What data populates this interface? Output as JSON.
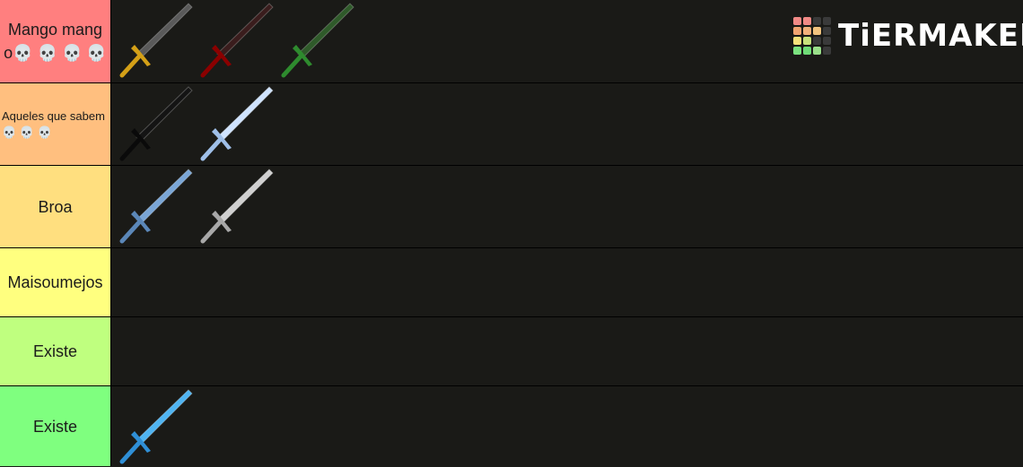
{
  "brand": {
    "name": "TiERMAKER",
    "grid_colors": [
      "#f28a86",
      "#f28a86",
      "#3a3a3a",
      "#3a3a3a",
      "#f2a471",
      "#f2b07a",
      "#f2c37e",
      "#3a3a3a",
      "#f5e27b",
      "#c8e27b",
      "#3a3a3a",
      "#3a3a3a",
      "#7be27f",
      "#6fdc77",
      "#9ae08a",
      "#3a3a3a"
    ]
  },
  "tiers": [
    {
      "label": "Mango mango💀 💀 💀 💀",
      "color": "#ff7f7f",
      "items": [
        {
          "icon": "dark-steel-sword-icon",
          "blade": "#5a5a5a",
          "guard": "#d4a017"
        },
        {
          "icon": "dark-red-sword-icon",
          "blade": "#3a1d1d",
          "guard": "#8b0000"
        },
        {
          "icon": "green-sword-icon",
          "blade": "#2f5a2a",
          "guard": "#2e8b2e"
        }
      ]
    },
    {
      "label": "Aqueles que sabem💀 💀 💀",
      "color": "#ffbf7f",
      "items": [
        {
          "icon": "black-sword-icon",
          "blade": "#141414",
          "guard": "#0a0a0a"
        },
        {
          "icon": "ice-sword-icon",
          "blade": "#cfe3ff",
          "guard": "#9fbfe8"
        }
      ]
    },
    {
      "label": "Broa",
      "color": "#ffdf7f",
      "items": [
        {
          "icon": "blue-steel-sword-icon",
          "blade": "#7aa6d6",
          "guard": "#5b87b8"
        },
        {
          "icon": "silver-sword-icon",
          "blade": "#d0d0d0",
          "guard": "#a8a8a8"
        }
      ]
    },
    {
      "label": "Maisoumejos",
      "color": "#ffff7f",
      "items": []
    },
    {
      "label": "Existe",
      "color": "#bfff7f",
      "items": []
    },
    {
      "label": "Existe",
      "color": "#7fff7f",
      "items": [
        {
          "icon": "sky-blue-sword-icon",
          "blade": "#4fb4f2",
          "guard": "#2f8fd6"
        }
      ]
    }
  ]
}
